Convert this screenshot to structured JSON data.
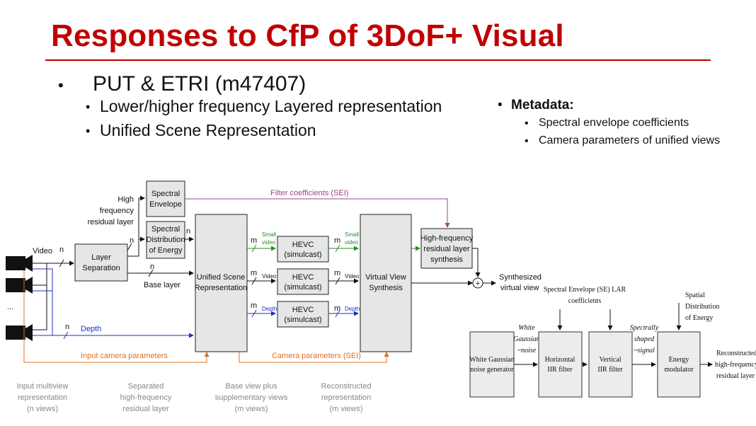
{
  "slide": {
    "title": "Responses to CfP of 3DoF+ Visual",
    "bullet": "PUT & ETRI (m47407)",
    "sub_items": [
      "Lower/higher frequency Layered representation",
      "Unified Scene Representation"
    ],
    "metadata_heading": "Metadata:",
    "metadata_items": [
      "Spectral envelope coefficients",
      "Camera parameters of unified views"
    ]
  },
  "colors": {
    "title": "#c00000",
    "magenta_line": "#a04090",
    "orange_line": "#e07020",
    "green_line": "#2a8a2a",
    "blue_line": "#2030c0"
  },
  "diagram": {
    "boxes": {
      "spectral_envelope": [
        "Spectral",
        "Envelope"
      ],
      "spectral_distribution": [
        "Spectral",
        "Distribution",
        "of Energy"
      ],
      "layer_separation": [
        "Layer",
        "Separation"
      ],
      "unified_scene": [
        "Unified Scene",
        "Representation"
      ],
      "hevc": [
        "HEVC",
        "(simulcast)"
      ],
      "virtual_view": [
        "Virtual View",
        "Synthesis"
      ],
      "hf_synthesis": [
        "High-frequency",
        "residual layer",
        "synthesis"
      ]
    },
    "labels": {
      "high_freq": [
        "High",
        "frequency",
        "residual layer"
      ],
      "filter_coeffs": "Filter coefficients (SEI)",
      "video": "Video",
      "base_layer": "Base layer",
      "depth": "Depth",
      "ellipsis": "...",
      "n": "n",
      "m": "m",
      "small_video": [
        "Small",
        "video"
      ],
      "video_small": "Video",
      "depth_small": "Depth",
      "input_camera_params": "Input camera parameters",
      "camera_params_sei": "Camera parameters (SEI)",
      "synthesized": [
        "Synthesized",
        "virtual view"
      ],
      "plus": "+"
    },
    "captions": [
      [
        "Input multiview",
        "representation",
        "(n views)"
      ],
      [
        "Separated",
        "high-frequency",
        "residual layer"
      ],
      [
        "Base view plus",
        "supplementary views",
        "(m views)"
      ],
      [
        "Reconstructed",
        "representation",
        "(m views)"
      ]
    ],
    "filter_chain": {
      "white_gaussian_box": [
        "White Gaussian",
        "noise generator"
      ],
      "horizontal_box": [
        "Horizontal",
        "IIR filter"
      ],
      "vertical_box": [
        "Vertical",
        "IIR filter"
      ],
      "energy_box": [
        "Energy",
        "modulator"
      ],
      "wg_noise_label": [
        "White",
        "Gaussian",
        "~noise"
      ],
      "se_lar_label": [
        "Spectral Envelope (SE) LAR",
        "coefficients"
      ],
      "shaped_label": [
        "Spectrally",
        "shaped",
        "~signal"
      ],
      "spatial_label": [
        "Spatial",
        "Distribution",
        "of Energy"
      ],
      "output_label": [
        "Reconstructed",
        "high-frequency",
        "residual layer"
      ]
    }
  }
}
